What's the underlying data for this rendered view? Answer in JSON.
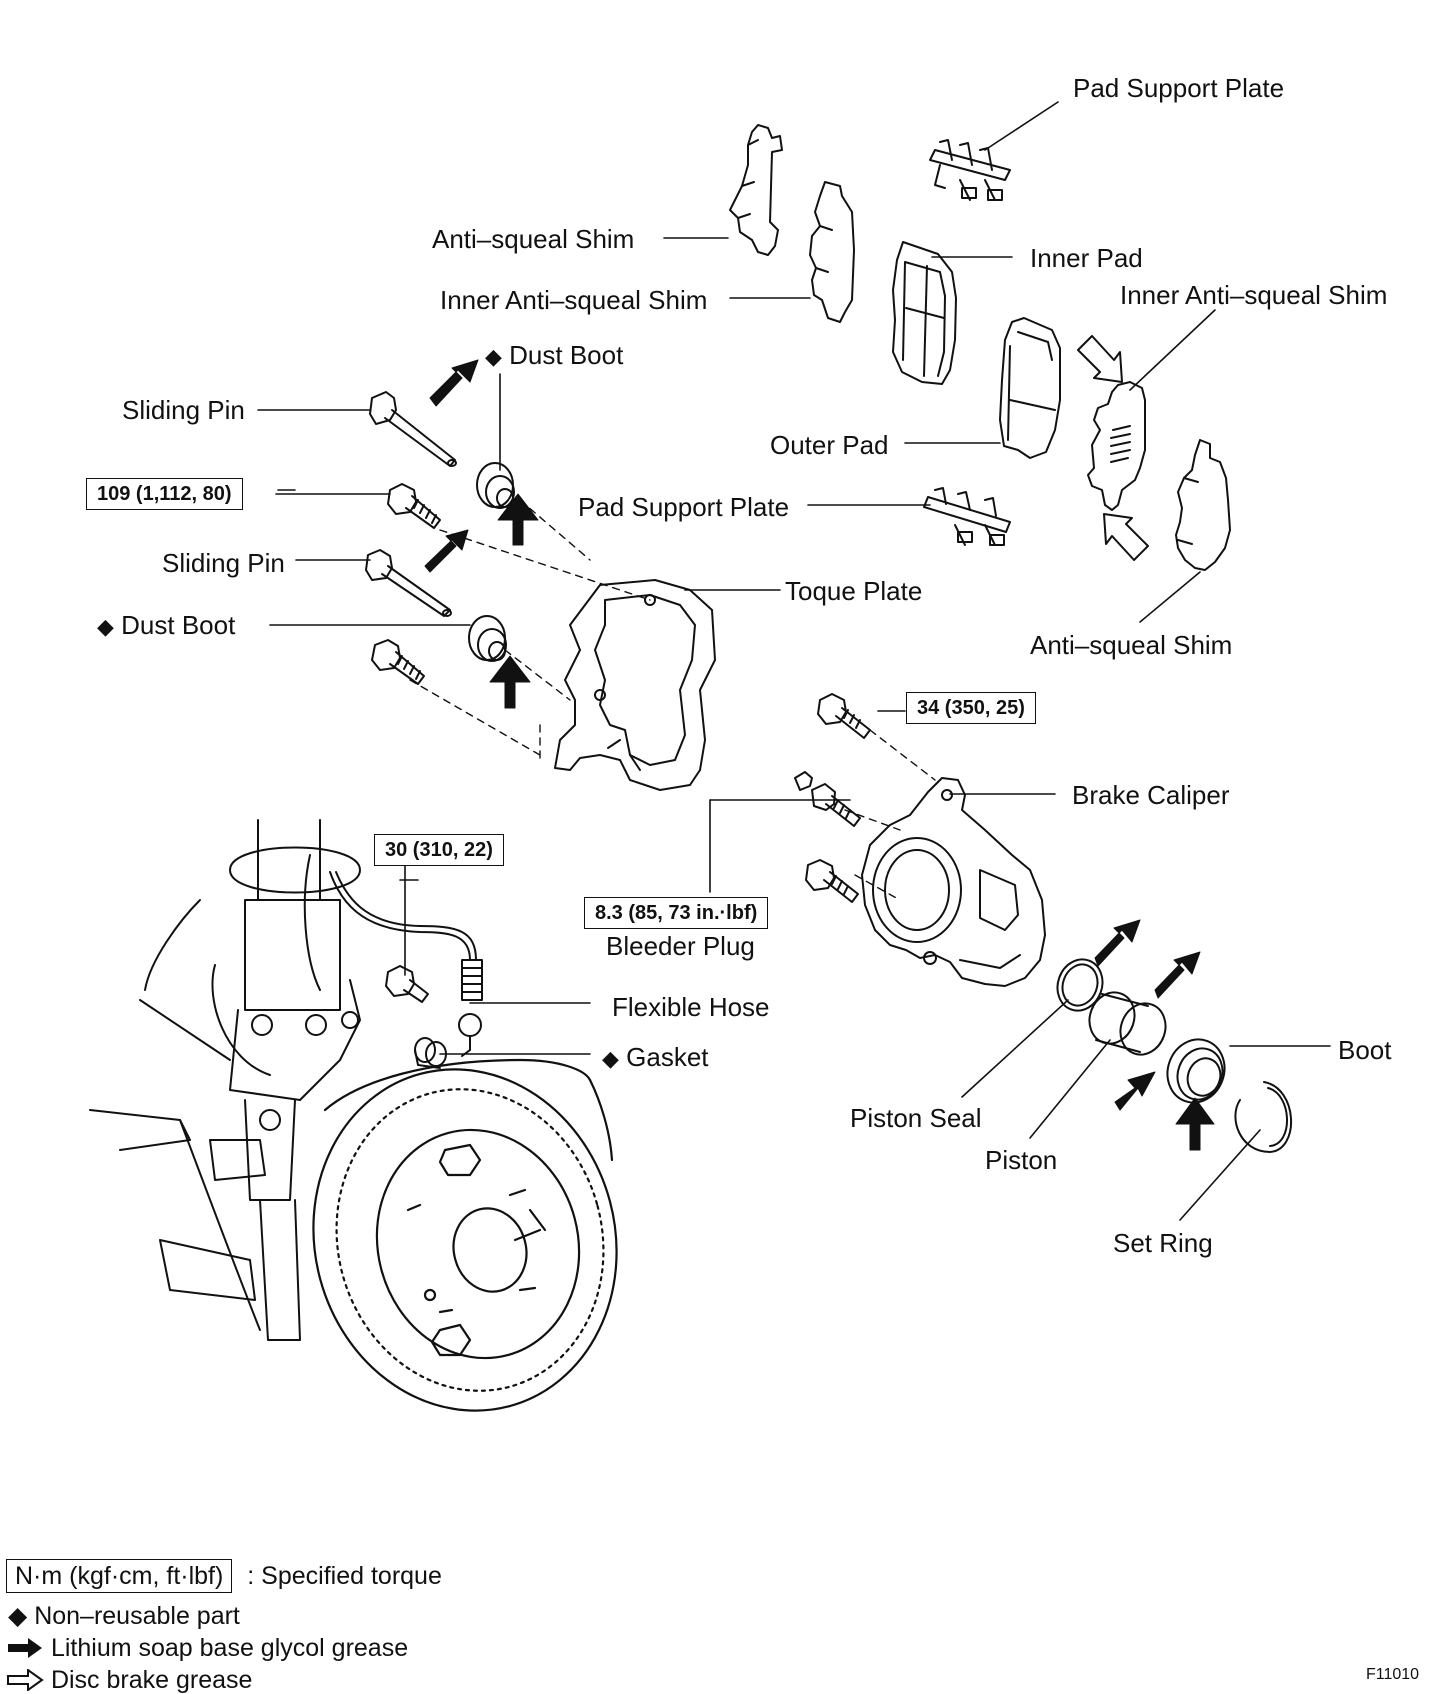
{
  "labels": {
    "pad_support_plate_top": "Pad Support Plate",
    "anti_squeal_shim_top": "Anti–squeal Shim",
    "inner_pad": "Inner Pad",
    "inner_anti_squeal_shim_left": "Inner Anti–squeal Shim",
    "inner_anti_squeal_shim_right": "Inner Anti–squeal Shim",
    "dust_boot_top": "Dust Boot",
    "sliding_pin_top": "Sliding Pin",
    "outer_pad": "Outer Pad",
    "pad_support_plate_mid": "Pad Support Plate",
    "sliding_pin_mid": "Sliding Pin",
    "toque_plate": "Toque Plate",
    "dust_boot_mid": "Dust Boot",
    "anti_squeal_shim_bottom": "Anti–squeal Shim",
    "brake_caliper": "Brake Caliper",
    "bleeder_plug": "Bleeder Plug",
    "flexible_hose": "Flexible Hose",
    "gasket": "Gasket",
    "boot": "Boot",
    "piston_seal": "Piston Seal",
    "piston": "Piston",
    "set_ring": "Set Ring"
  },
  "torques": {
    "t109": "109 (1,112, 80)",
    "t34": "34 (350, 25)",
    "t30": "30 (310, 22)",
    "t83": "8.3 (85, 73 in.·lbf)"
  },
  "legend": {
    "torque_unit": "N·m (kgf·cm, ft·lbf)",
    "torque_desc": ": Specified torque",
    "non_reusable": "Non–reusable part",
    "lithium": "Lithium soap base glycol grease",
    "disc": "Disc brake grease"
  },
  "figure_code": "F11010",
  "symbols": {
    "non_reusable": "diamond-icon",
    "lithium": "solid-arrow-icon",
    "disc": "outline-arrow-icon"
  }
}
